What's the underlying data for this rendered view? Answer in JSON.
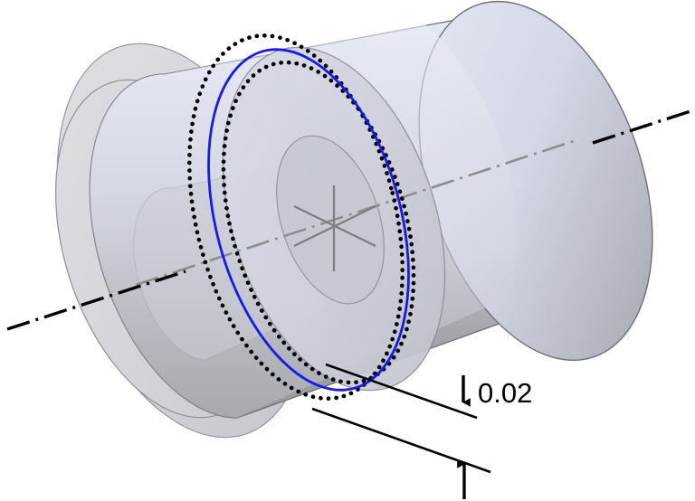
{
  "drawing": {
    "title": "Cylindricity tolerance callout on hollow cylinder",
    "view": "isometric",
    "background_color": "#ffffff"
  },
  "annotation": {
    "tolerance_value": "0.02",
    "tolerance_label": "0.02",
    "arrow_top": "down-arrow",
    "arrow_bottom": "up-arrow",
    "leader_count": 2
  },
  "geometry": {
    "axis_line_style": "dash-dot",
    "axis_color": "#000000",
    "inner_axis_color": "#8c8c8c",
    "tolerance_zone_style": "dotted",
    "tolerance_zone_color": "#000000",
    "measured_profile_color": "#1a1ae6",
    "body_outline_color": "#6e6e78",
    "body_fill_top": "#dfe3f0",
    "body_fill_bottom": "#9a9a9e",
    "end_face_fill": "#d2d4d8",
    "bore_fill": "#c9ccd4",
    "center_mark_color": "#7d7d7d"
  },
  "labels": {
    "outer_tolerance_ellipse": "outer-tolerance-boundary",
    "inner_tolerance_ellipse": "inner-tolerance-boundary",
    "actual_surface": "actual-surface-profile",
    "part_body": "hollow-cylinder-body",
    "near_end_face": "near-annular-end-face",
    "far_end_face": "far-annular-end-face",
    "bore": "cylindrical-bore",
    "axis": "part-axis-centerline"
  }
}
